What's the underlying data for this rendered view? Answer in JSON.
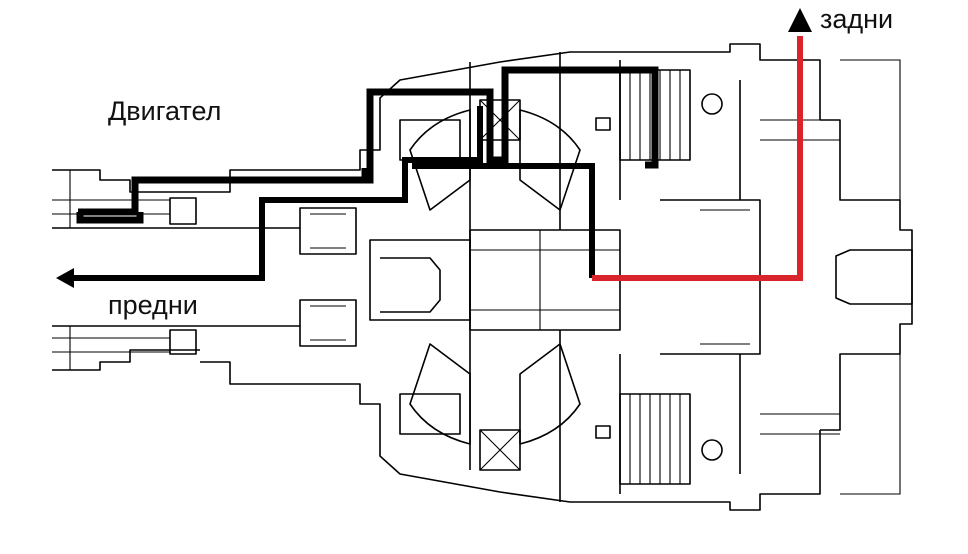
{
  "labels": {
    "engine": "Двигател",
    "front": "предни",
    "rear": "задни"
  },
  "colors": {
    "engine_path": "#000000",
    "front_path": "#000000",
    "rear_path": "#d8242a",
    "outline": "#000000",
    "background": "#ffffff"
  }
}
